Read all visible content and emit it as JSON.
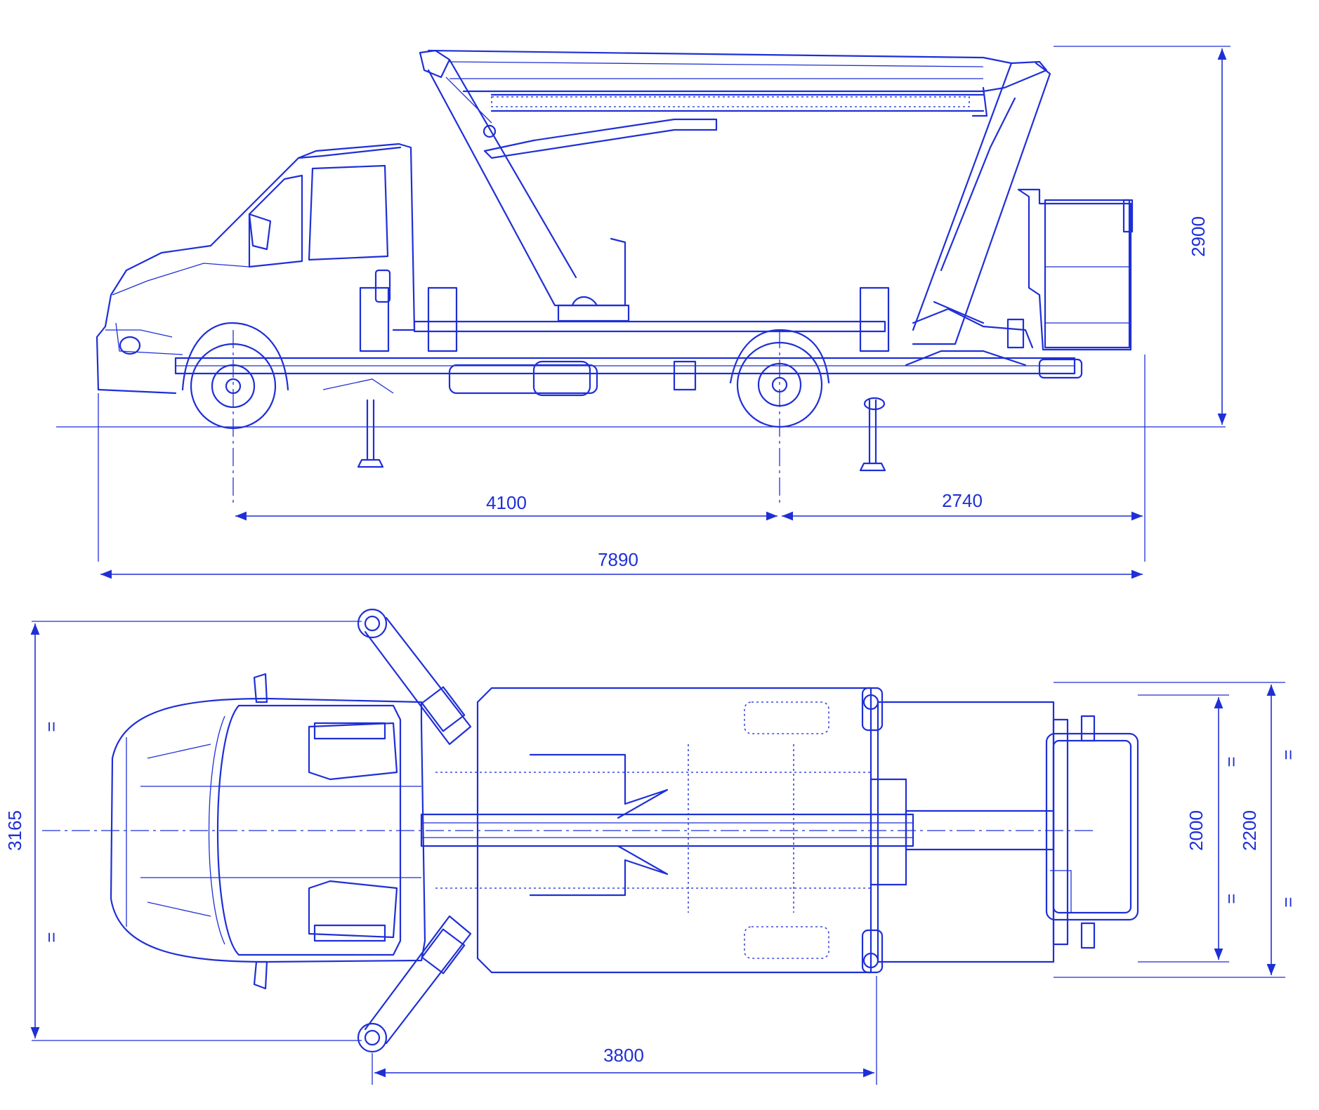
{
  "side_view": {
    "dim_wheelbase": "4100",
    "dim_rear_overhang": "2740",
    "dim_total_length": "7890",
    "dim_height": "2900"
  },
  "top_view": {
    "dim_outrigger_span": "3165",
    "dim_outrigger_distance": "3800",
    "dim_basket_width": "2000",
    "dim_overall_width": "2200",
    "equal_mark": "="
  },
  "colors": {
    "line": "#1f2fd6",
    "background": "#ffffff"
  }
}
